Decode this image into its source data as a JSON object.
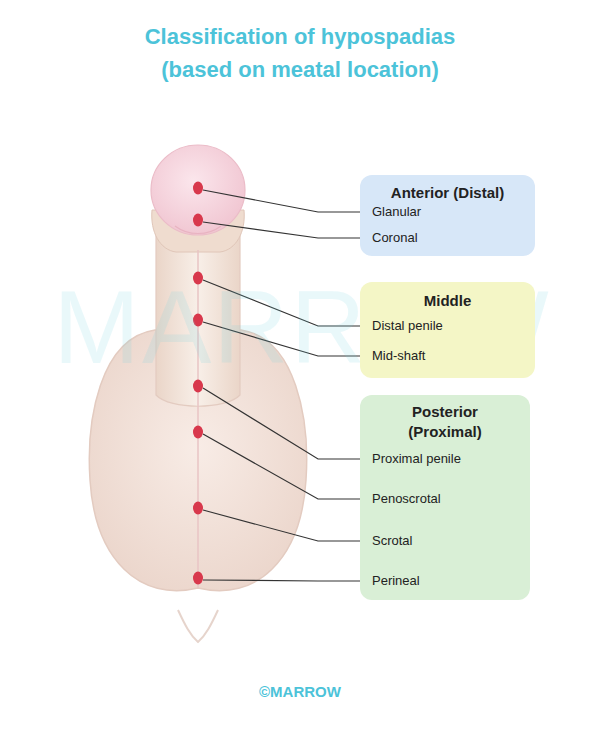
{
  "diagram": {
    "title": "Classification of hypospadias (based on meatal location)",
    "nodes": [
      {
        "text": [
          "Anterior (Distal)",
          "Glanular",
          "Coronal"
        ]
      },
      {
        "text": [
          "Middle",
          "Distal penile",
          "Mid-shaft"
        ]
      },
      {
        "text": [
          "Posterior (Proximal)",
          "Proximal penile",
          "Penoscrotal",
          "Scrotal",
          "Perineal"
        ]
      }
    ],
    "labels": [
      "MARROW",
      "©MARROW"
    ]
  }
}
